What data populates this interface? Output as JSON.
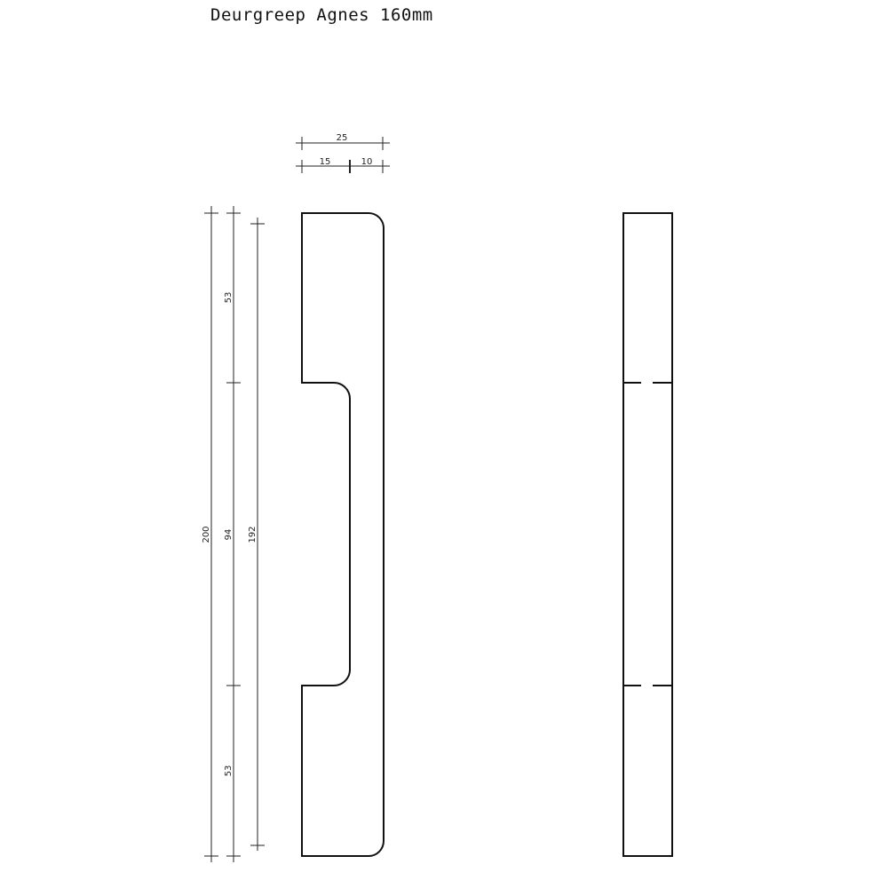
{
  "title": "Deurgreep Agnes 160mm",
  "dimensions": {
    "width_total": "25",
    "width_part_a": "15",
    "width_part_b": "10",
    "height_total": "200",
    "height_top": "53",
    "height_middle": "94",
    "height_bottom": "53",
    "hole_spacing": "192"
  }
}
